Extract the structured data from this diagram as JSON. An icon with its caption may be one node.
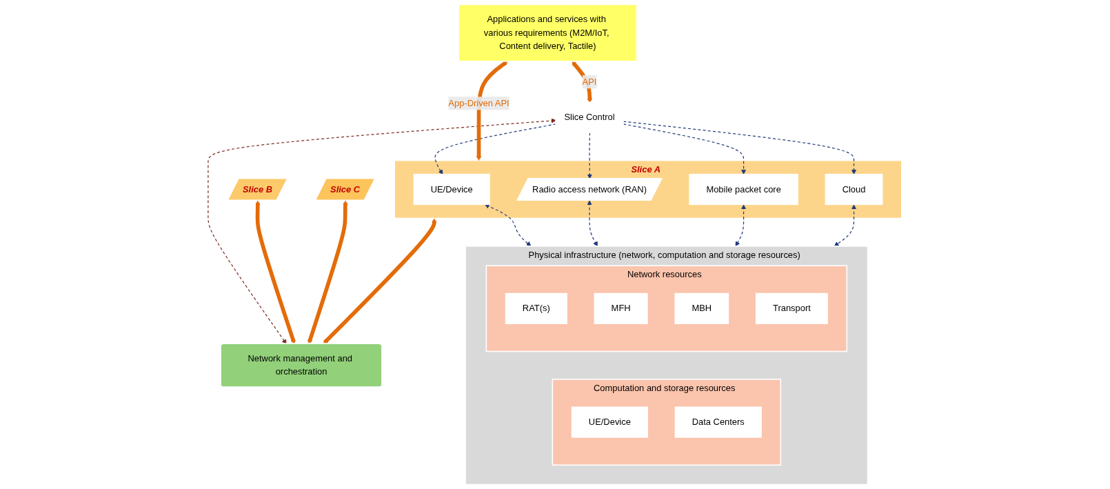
{
  "diagram": {
    "nodes": [
      {
        "text": [
          "Applications and services with various requirements (M2M/IoT, Content delivery, Tactile)"
        ]
      },
      {
        "text": [
          "Slice A"
        ]
      },
      {
        "text": [
          "Slice B"
        ]
      },
      {
        "text": [
          "Slice C"
        ]
      },
      {
        "text": [
          "Slice Control"
        ]
      },
      {
        "text": [
          "UE/Device"
        ],
        "in": 1
      },
      {
        "text": [
          "Radio access network (RAN)"
        ],
        "in": 1
      },
      {
        "text": [
          "Mobile packet core"
        ],
        "in": 1
      },
      {
        "text": [
          "Cloud"
        ],
        "in": 1
      },
      {
        "text": [
          "Network management and orchestration"
        ]
      },
      {
        "text": [
          "Physical infrastructure (network, computation and storage resources)"
        ]
      },
      {
        "text": [
          "Computation and storage resources"
        ],
        "in": 10
      },
      {
        "text": [
          "UE/Device"
        ],
        "in": 11
      },
      {
        "text": [
          "Data Centers"
        ],
        "in": 11
      },
      {
        "text": [
          "Network resources"
        ],
        "in": 10
      },
      {
        "text": [
          "RAT(s)"
        ],
        "in": 14
      },
      {
        "text": [
          "MFH"
        ],
        "in": 14
      },
      {
        "text": [
          "MBH"
        ],
        "in": 14
      },
      {
        "text": [
          "Transport"
        ],
        "in": 14
      }
    ],
    "edges": [
      {
        "from": 0,
        "to": 4,
        "arrow": "both",
        "label": "API",
        "style": "thick",
        "color": "#e36c09"
      },
      {
        "from": 0,
        "to": 1,
        "arrow": "both",
        "label": "App-Driven API",
        "style": "thick",
        "color": "#e36c09"
      },
      {
        "from": 4,
        "to": 9,
        "arrow": "both",
        "style": "dashed",
        "color": "#7b2c1e"
      },
      {
        "from": 4,
        "to": 5,
        "arrow": "to",
        "style": "dashed"
      },
      {
        "from": 4,
        "to": 6,
        "arrow": "to",
        "style": "dashed"
      },
      {
        "from": 4,
        "to": 7,
        "arrow": "to",
        "style": "dashed"
      },
      {
        "from": 4,
        "to": 8,
        "arrow": "to",
        "style": "dashed"
      },
      {
        "from": 1,
        "to": 9,
        "arrow": "both",
        "style": "thick",
        "color": "#e36c09"
      },
      {
        "from": 2,
        "to": 9,
        "arrow": "both",
        "style": "thick",
        "color": "#e36c09"
      },
      {
        "from": 3,
        "to": 9,
        "arrow": "both",
        "style": "thick",
        "color": "#e36c09"
      },
      {
        "from": 5,
        "to": 10,
        "arrow": "both",
        "style": "dashed"
      },
      {
        "from": 6,
        "to": 10,
        "arrow": "both",
        "style": "dashed"
      },
      {
        "from": 7,
        "to": 10,
        "arrow": "both",
        "style": "dashed"
      },
      {
        "from": 8,
        "to": 10,
        "arrow": "both",
        "style": "dashed"
      }
    ]
  }
}
